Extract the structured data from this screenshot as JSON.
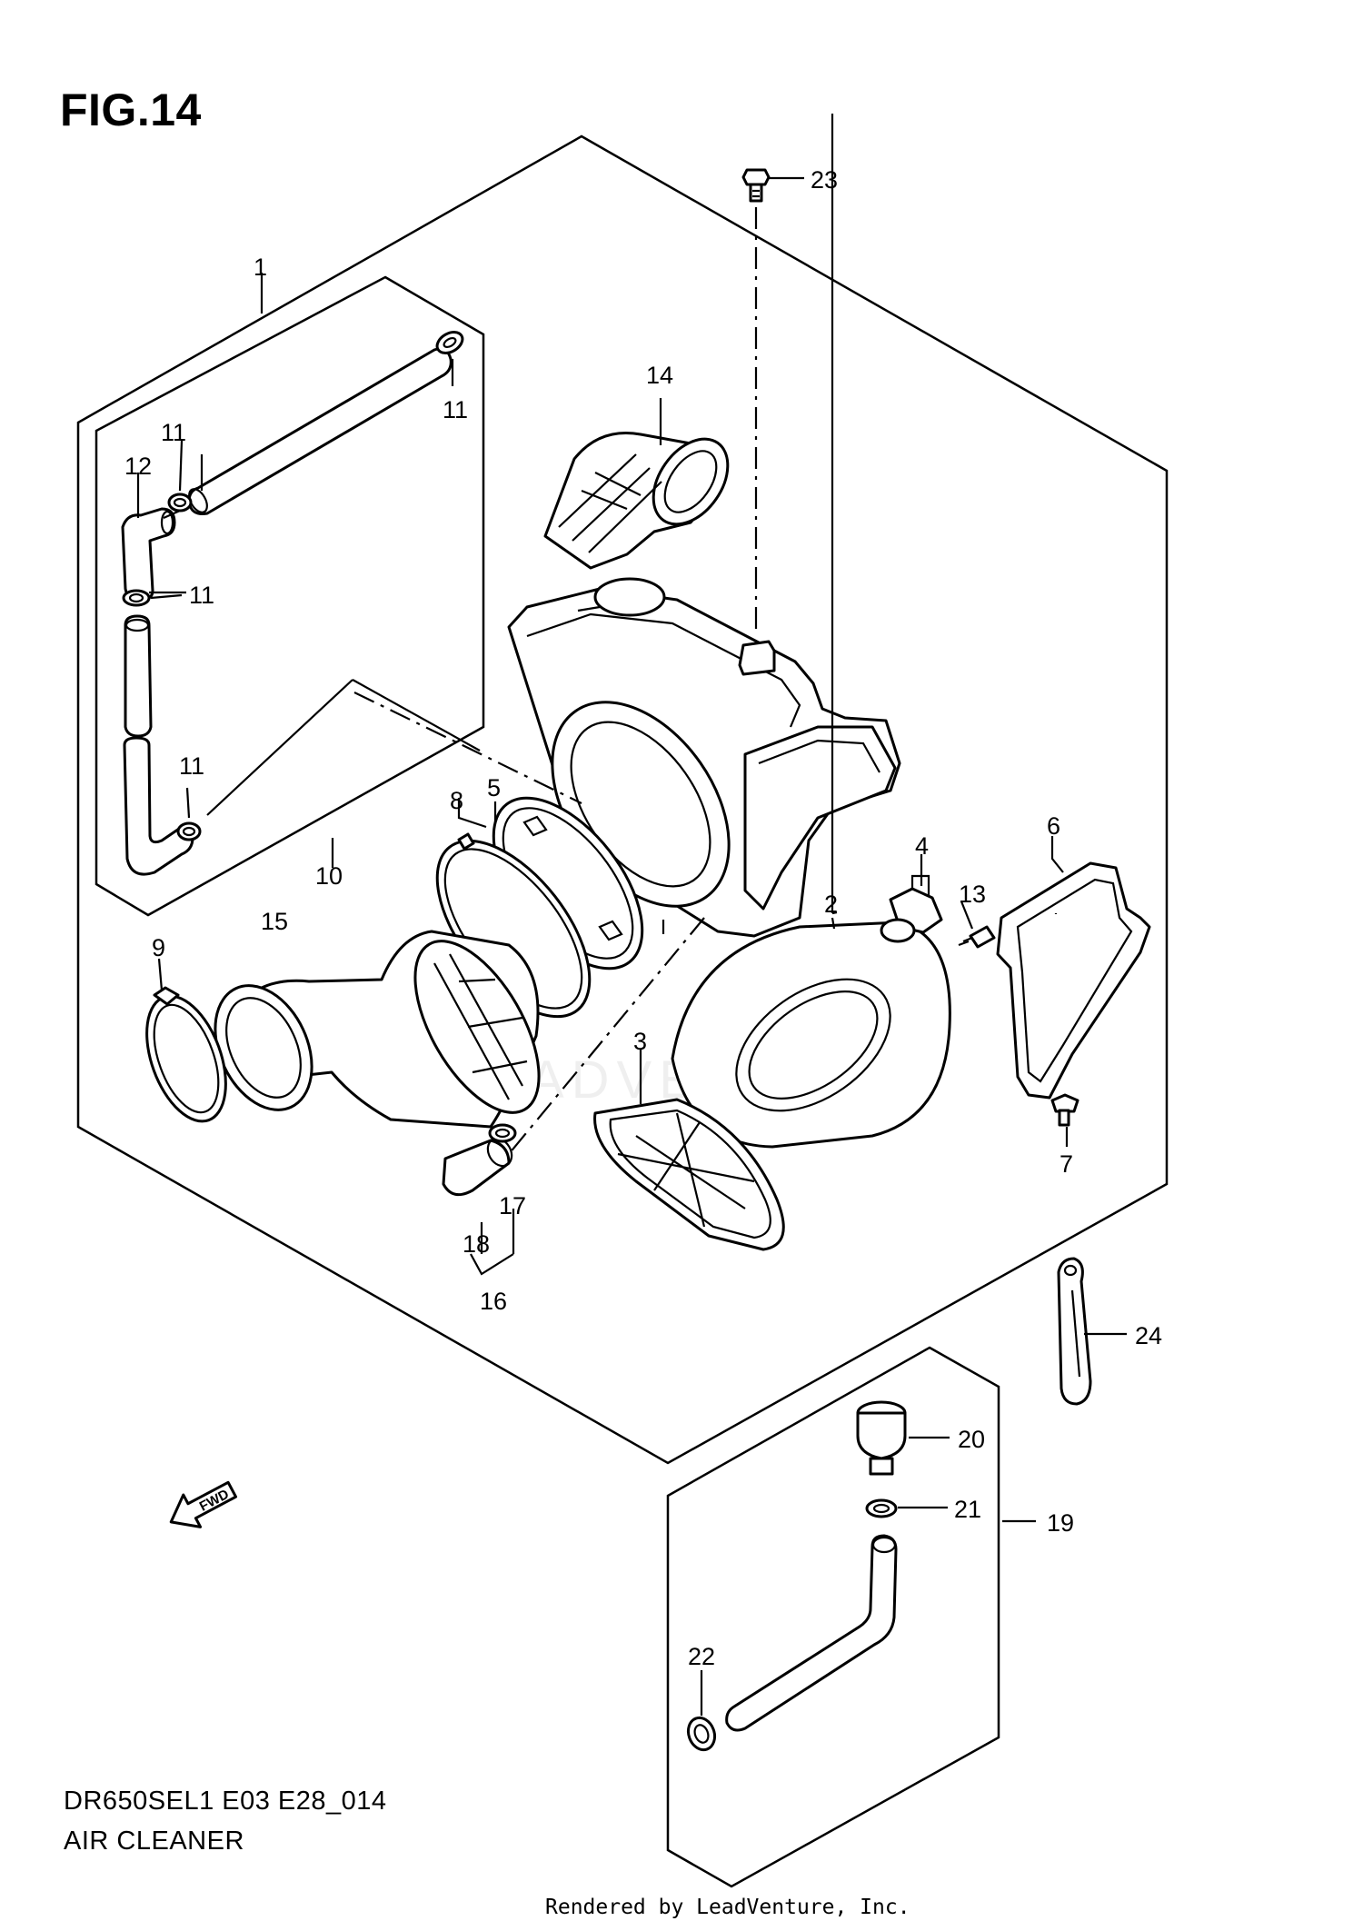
{
  "figure": {
    "title": "FIG.14",
    "model_code": "DR650SEL1 E03 E28_014",
    "part_name": "AIR CLEANER",
    "rendered_by": "Rendered by LeadVenture, Inc.",
    "watermark": "LEADVENTURE",
    "fwd_label": "FWD"
  },
  "callouts": [
    "1",
    "2",
    "3",
    "4",
    "5",
    "6",
    "7",
    "8",
    "9",
    "10",
    "11",
    "12",
    "13",
    "14",
    "15",
    "16",
    "17",
    "18",
    "19",
    "20",
    "21",
    "22",
    "23",
    "24"
  ]
}
